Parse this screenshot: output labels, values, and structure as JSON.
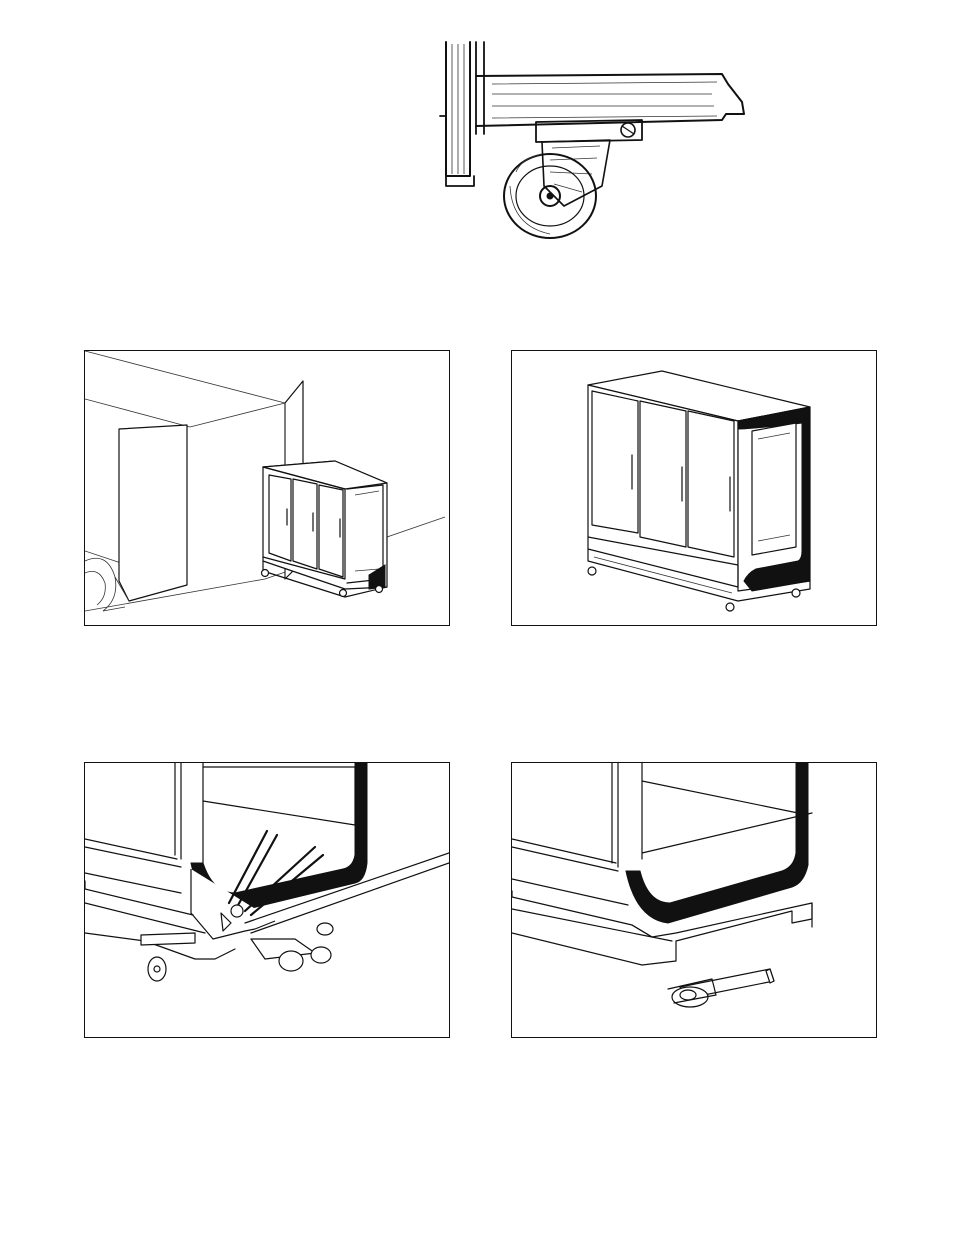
{
  "figures": [
    {
      "id": "caster-sketch",
      "icon": "caster-wheel-sketch"
    },
    {
      "id": "unloading-from-truck",
      "icon": "case-in-truck"
    },
    {
      "id": "case-on-shipping-skid",
      "icon": "display-case-three-doors"
    },
    {
      "id": "prying-caster-skid",
      "icon": "pry-bar-and-skid"
    },
    {
      "id": "caster-skid-removed",
      "icon": "removed-caster-skid"
    }
  ]
}
